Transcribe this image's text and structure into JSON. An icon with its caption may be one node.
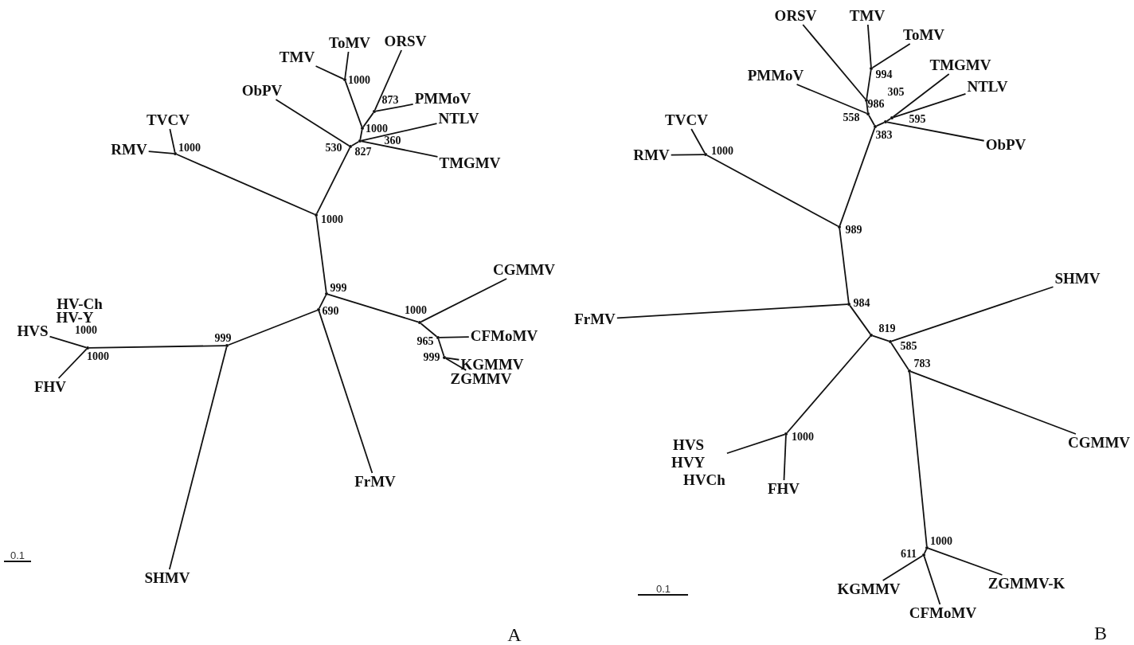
{
  "diagram": {
    "nodes": [
      {
        "text": [
          "TVCV"
        ]
      },
      {
        "text": [
          "RMV"
        ]
      },
      {
        "text": [],
        "shape": "point",
        "beside": [
          "1000"
        ]
      },
      {
        "text": [
          "ObPV"
        ]
      },
      {
        "text": [
          "TMV"
        ]
      },
      {
        "text": [
          "ToMV"
        ]
      },
      {
        "text": [],
        "shape": "point",
        "beside": [
          "1000"
        ]
      },
      {
        "text": [
          "ORSV"
        ]
      },
      {
        "text": [
          "PMMoV"
        ]
      },
      {
        "text": [],
        "shape": "point",
        "beside": [
          "873"
        ]
      },
      {
        "text": [],
        "shape": "point",
        "beside": [
          "1000"
        ]
      },
      {
        "text": [
          "NTLV"
        ]
      },
      {
        "text": [
          "TMGMV"
        ]
      },
      {
        "text": [],
        "shape": "point",
        "beside": [
          "360"
        ]
      },
      {
        "text": [],
        "shape": "point",
        "beside": [
          "530",
          "827"
        ]
      },
      {
        "text": [],
        "shape": "point",
        "beside": [
          "1000"
        ]
      },
      {
        "text": [],
        "shape": "point",
        "beside": [
          "999"
        ]
      },
      {
        "text": [
          "CGMMV"
        ]
      },
      {
        "text": [
          "CFMoMV"
        ]
      },
      {
        "text": [
          "KGMMV"
        ]
      },
      {
        "text": [
          "ZGMMV"
        ]
      },
      {
        "text": [],
        "shape": "point",
        "beside": [
          "999"
        ]
      },
      {
        "text": [],
        "shape": "point",
        "beside": [
          "965"
        ]
      },
      {
        "text": [],
        "shape": "point",
        "beside": [
          "1000"
        ]
      },
      {
        "text": [],
        "shape": "point",
        "beside": [
          "690"
        ]
      },
      {
        "text": [
          "FrMV"
        ]
      },
      {
        "text": [
          "HVS"
        ]
      },
      {
        "text": [
          "FHV"
        ]
      },
      {
        "text": [],
        "shape": "point",
        "beside": [
          "1000",
          "1000"
        ]
      },
      {
        "text": [],
        "shape": "point",
        "beside": [
          "999"
        ]
      },
      {
        "text": [
          "SHMV"
        ]
      },
      {
        "text": [
          "ORSV"
        ]
      },
      {
        "text": [
          "TMV"
        ]
      },
      {
        "text": [
          "ToMV"
        ]
      },
      {
        "text": [],
        "shape": "point",
        "beside": [
          "994"
        ]
      },
      {
        "text": [],
        "shape": "point",
        "beside": [
          "986"
        ]
      },
      {
        "text": [
          "PMMoV"
        ]
      },
      {
        "text": [],
        "shape": "point",
        "beside": [
          "558"
        ]
      },
      {
        "text": [
          "TMGMV"
        ]
      },
      {
        "text": [
          "NTLV"
        ]
      },
      {
        "text": [],
        "shape": "point",
        "beside": [
          "305"
        ]
      },
      {
        "text": [
          "ObPV"
        ]
      },
      {
        "text": [],
        "shape": "point",
        "beside": [
          "595"
        ]
      },
      {
        "text": [],
        "shape": "point",
        "beside": [
          "383"
        ]
      },
      {
        "text": [
          "TVCV"
        ]
      },
      {
        "text": [
          "RMV"
        ]
      },
      {
        "text": [],
        "shape": "point",
        "beside": [
          "1000"
        ]
      },
      {
        "text": [],
        "shape": "point",
        "beside": [
          "989"
        ]
      },
      {
        "text": [
          "FrMV"
        ]
      },
      {
        "text": [],
        "shape": "point",
        "beside": [
          "984"
        ]
      },
      {
        "text": [
          "SHMV"
        ]
      },
      {
        "text": [],
        "shape": "point",
        "beside": [
          "819"
        ]
      },
      {
        "text": [],
        "shape": "point",
        "beside": [
          "585"
        ]
      },
      {
        "text": [
          "CGMMV"
        ]
      },
      {
        "text": [],
        "shape": "point",
        "beside": [
          "783"
        ]
      },
      {
        "text": [
          "HVS",
          "HVY",
          "HVCh"
        ]
      },
      {
        "text": [
          "FHV"
        ]
      },
      {
        "text": [],
        "shape": "point",
        "beside": [
          "1000"
        ]
      },
      {
        "text": [
          "KGMMV"
        ]
      },
      {
        "text": [
          "CFMoMV"
        ]
      },
      {
        "text": [
          "ZGMMV-K"
        ]
      },
      {
        "text": [],
        "shape": "point",
        "beside": [
          "611"
        ]
      },
      {
        "text": [],
        "shape": "point",
        "beside": [
          "1000"
        ]
      }
    ],
    "edges": [
      {
        "from": 2,
        "to": 0,
        "arrow": "none"
      },
      {
        "from": 2,
        "to": 1,
        "arrow": "none"
      },
      {
        "from": 2,
        "to": 15,
        "arrow": "none"
      },
      {
        "from": 6,
        "to": 4,
        "arrow": "none"
      },
      {
        "from": 6,
        "to": 5,
        "arrow": "none"
      },
      {
        "from": 9,
        "to": 7,
        "arrow": "none"
      },
      {
        "from": 9,
        "to": 8,
        "arrow": "none"
      },
      {
        "from": 10,
        "to": 6,
        "arrow": "none"
      },
      {
        "from": 10,
        "to": 9,
        "arrow": "none"
      },
      {
        "from": 13,
        "to": 10,
        "arrow": "none"
      },
      {
        "from": 13,
        "to": 11,
        "arrow": "none"
      },
      {
        "from": 13,
        "to": 12,
        "arrow": "none"
      },
      {
        "from": 14,
        "to": 3,
        "arrow": "none"
      },
      {
        "from": 14,
        "to": 13,
        "arrow": "none"
      },
      {
        "from": 15,
        "to": 14,
        "arrow": "none"
      },
      {
        "from": 15,
        "to": 16,
        "arrow": "none"
      },
      {
        "from": 16,
        "to": 23,
        "arrow": "none"
      },
      {
        "from": 16,
        "to": 24,
        "arrow": "none"
      },
      {
        "from": 23,
        "to": 17,
        "arrow": "none"
      },
      {
        "from": 23,
        "to": 22,
        "arrow": "none"
      },
      {
        "from": 22,
        "to": 18,
        "arrow": "none"
      },
      {
        "from": 22,
        "to": 21,
        "arrow": "none"
      },
      {
        "from": 21,
        "to": 19,
        "arrow": "none"
      },
      {
        "from": 21,
        "to": 20,
        "arrow": "none"
      },
      {
        "from": 24,
        "to": 25,
        "arrow": "none"
      },
      {
        "from": 24,
        "to": 29,
        "arrow": "none"
      },
      {
        "from": 29,
        "to": 28,
        "arrow": "none"
      },
      {
        "from": 29,
        "to": 30,
        "arrow": "none"
      },
      {
        "from": 28,
        "to": 26,
        "arrow": "none"
      },
      {
        "from": 28,
        "to": 27,
        "arrow": "none"
      },
      {
        "from": 34,
        "to": 32,
        "arrow": "none"
      },
      {
        "from": 34,
        "to": 33,
        "arrow": "none"
      },
      {
        "from": 35,
        "to": 34,
        "arrow": "none"
      },
      {
        "from": 35,
        "to": 31,
        "arrow": "none"
      },
      {
        "from": 37,
        "to": 35,
        "arrow": "none"
      },
      {
        "from": 37,
        "to": 36,
        "arrow": "none"
      },
      {
        "from": 43,
        "to": 37,
        "arrow": "none"
      },
      {
        "from": 43,
        "to": 42,
        "arrow": "none"
      },
      {
        "from": 42,
        "to": 41,
        "arrow": "none"
      },
      {
        "from": 42,
        "to": 40,
        "arrow": "none"
      },
      {
        "from": 40,
        "to": 38,
        "arrow": "none"
      },
      {
        "from": 40,
        "to": 39,
        "arrow": "none"
      },
      {
        "from": 46,
        "to": 44,
        "arrow": "none"
      },
      {
        "from": 46,
        "to": 45,
        "arrow": "none"
      },
      {
        "from": 47,
        "to": 46,
        "arrow": "none"
      },
      {
        "from": 47,
        "to": 43,
        "arrow": "none"
      },
      {
        "from": 49,
        "to": 47,
        "arrow": "none"
      },
      {
        "from": 49,
        "to": 48,
        "arrow": "none"
      },
      {
        "from": 49,
        "to": 51,
        "arrow": "none"
      },
      {
        "from": 51,
        "to": 52,
        "arrow": "none"
      },
      {
        "from": 51,
        "to": 57,
        "arrow": "none"
      },
      {
        "from": 52,
        "to": 50,
        "arrow": "none"
      },
      {
        "from": 52,
        "to": 54,
        "arrow": "none"
      },
      {
        "from": 54,
        "to": 53,
        "arrow": "none"
      },
      {
        "from": 54,
        "to": 62,
        "arrow": "none"
      },
      {
        "from": 62,
        "to": 60,
        "arrow": "none"
      },
      {
        "from": 62,
        "to": 61,
        "arrow": "none"
      },
      {
        "from": 61,
        "to": 58,
        "arrow": "none"
      },
      {
        "from": 61,
        "to": 59,
        "arrow": "none"
      },
      {
        "from": 57,
        "to": 55,
        "arrow": "none"
      },
      {
        "from": 57,
        "to": 56,
        "arrow": "none"
      }
    ],
    "labels": [
      "HV-Ch",
      "HV-Y",
      "0.1",
      "A",
      "0.1",
      "B"
    ]
  }
}
